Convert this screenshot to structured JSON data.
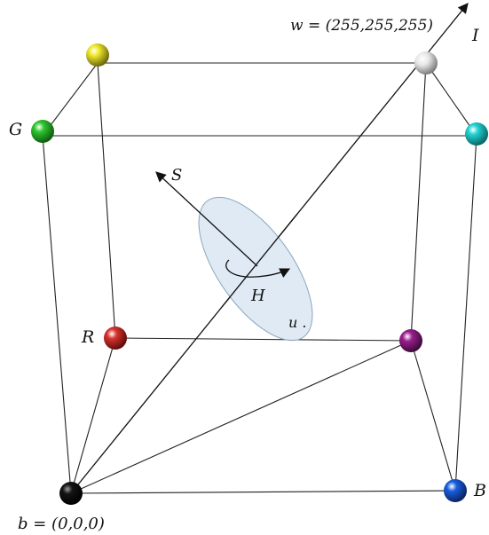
{
  "labels": {
    "white_point": "w = (255,255,255)",
    "black_point": "b = (0,0,0)",
    "intensity_axis": "I",
    "green": "G",
    "red": "R",
    "blue": "B",
    "saturation": "S",
    "hue": "H",
    "u": "u ."
  },
  "colors": {
    "yellow": "#f1ea2a",
    "white": "#e6e6e6",
    "green": "#2fc72f",
    "cyan": "#22d3d3",
    "red": "#d8332d",
    "magenta": "#9a1f8f",
    "black": "#141414",
    "blue": "#1a5ee0",
    "ellipse_fill": "#dde9f3"
  }
}
